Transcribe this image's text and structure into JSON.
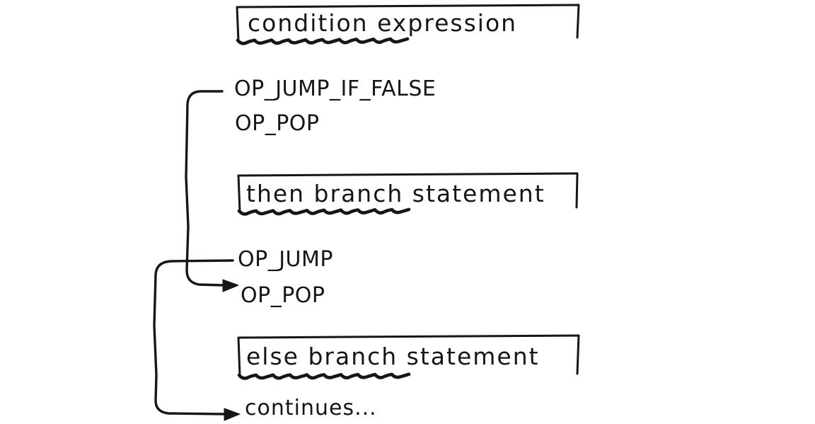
{
  "page": {
    "background_color": "#ffffff",
    "ink_color": "#161616"
  },
  "diagram": {
    "boxes": [
      {
        "label": "condition expression"
      },
      {
        "label": "then branch statement"
      },
      {
        "label": "else branch statement"
      }
    ],
    "opcodes": [
      {
        "text": "OP_JUMP_IF_FALSE"
      },
      {
        "text": "OP_POP"
      },
      {
        "text": "OP_JUMP"
      },
      {
        "text": "OP_POP"
      }
    ],
    "continues": {
      "text": "continues..."
    },
    "arrows": [
      {
        "name": "jump-if-false-arrow",
        "from": "OP_JUMP_IF_FALSE",
        "to": "OP_POP"
      },
      {
        "name": "jump-arrow",
        "from": "OP_JUMP",
        "to": "continues..."
      }
    ]
  }
}
